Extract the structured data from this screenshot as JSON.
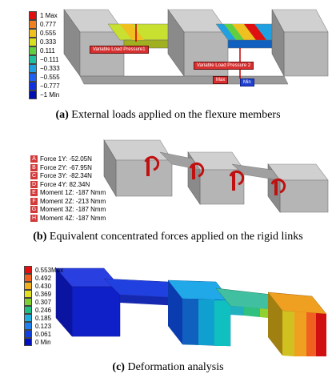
{
  "panel_a": {
    "legend": [
      "1 Max",
      "0.777",
      "0.555",
      "0.333",
      "0.111",
      "−0.111",
      "−0.333",
      "−0.555",
      "−0.777",
      "−1 Min"
    ],
    "legend_colors": [
      "#e01010",
      "#f08020",
      "#f0c020",
      "#d8e020",
      "#60d040",
      "#20c0a0",
      "#20a0e0",
      "#2060f0",
      "#1030e0",
      "#0010b0"
    ],
    "tag1": "Variable Load Pressure1",
    "tag2": "Variable Load Pressure 2",
    "tag_max": "Max",
    "tag_min": "Min",
    "caption_bold": "(a)",
    "caption_text": " External loads applied on the flexure members"
  },
  "panel_b": {
    "legend": [
      {
        "badge": "A",
        "text": "Force 1Y: -52.05N"
      },
      {
        "badge": "B",
        "text": "Force 2Y: -67.95N"
      },
      {
        "badge": "C",
        "text": "Force 3Y: -82.34N"
      },
      {
        "badge": "D",
        "text": "Force 4Y:  82.34N"
      },
      {
        "badge": "E",
        "text": "Moment 1Z: -187 Nmm"
      },
      {
        "badge": "F",
        "text": "Moment 2Z: -213 Nmm"
      },
      {
        "badge": "G",
        "text": "Moment 3Z: -187 Nmm"
      },
      {
        "badge": "H",
        "text": "Moment 4Z: -187 Nmm"
      }
    ],
    "caption_bold": "(b)",
    "caption_text": " Equivalent concentrated forces applied on the rigid links"
  },
  "panel_c": {
    "legend": [
      "0.553Max",
      "0.492",
      "0.430",
      "0.369",
      "0.307",
      "0.246",
      "0.185",
      "0.123",
      "0.061",
      "0 Min"
    ],
    "legend_colors": [
      "#e01010",
      "#f06020",
      "#f0b020",
      "#e0e020",
      "#80d030",
      "#20c080",
      "#20b0e0",
      "#2080f0",
      "#1040e0",
      "#0010c0"
    ],
    "caption_bold": "(c)",
    "caption_text": " Deformation analysis"
  }
}
